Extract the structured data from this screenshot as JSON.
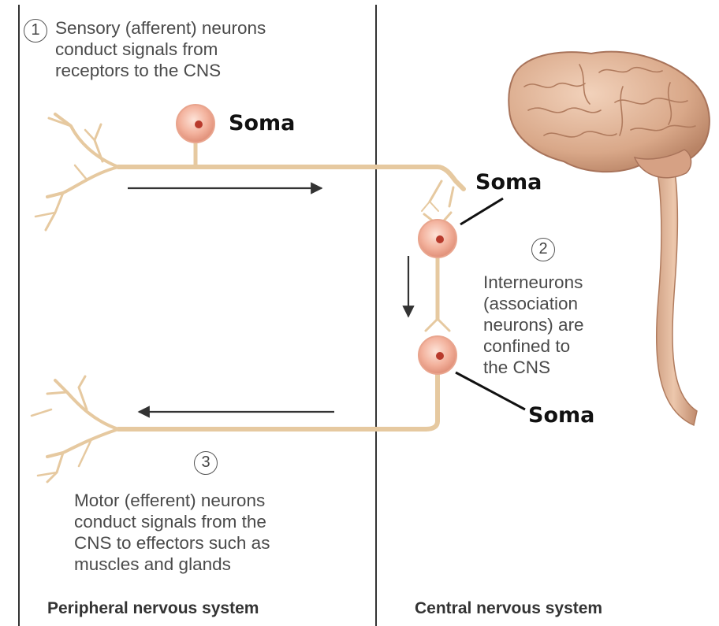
{
  "panels": {
    "peripheral": "Peripheral nervous system",
    "central": "Central nervous system"
  },
  "steps": [
    {
      "number": "1",
      "text": "Sensory (afferent) neurons\nconduct signals from\nreceptors to the CNS"
    },
    {
      "number": "2",
      "text": "Interneurons\n(association\nneurons) are\nconfined to\nthe CNS"
    },
    {
      "number": "3",
      "text": "Motor (efferent) neurons\nconduct signals from the\nCNS to effectors such as\nmuscles and glands"
    }
  ],
  "labels": {
    "soma_sensory": "Soma",
    "soma_inter": "Soma",
    "soma_motor": "Soma"
  },
  "colors": {
    "axon": "#e6c9a0",
    "cell_body": "#f4b8a4",
    "nucleus": "#c0392b",
    "brain": "#e2b79a",
    "text": "#4a4a4a",
    "divider": "#333333"
  }
}
